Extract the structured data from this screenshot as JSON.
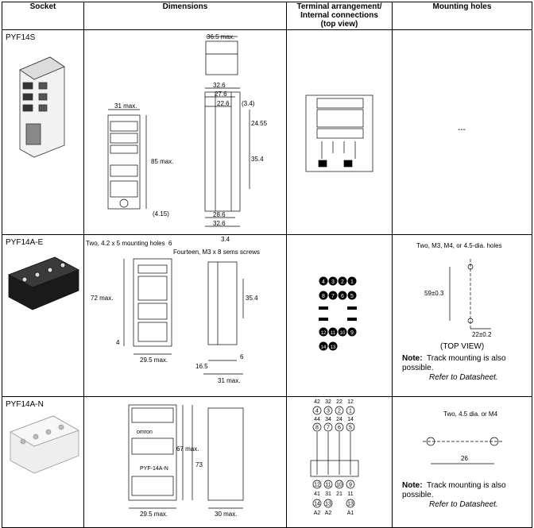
{
  "headers": {
    "socket": "Socket",
    "dimensions": "Dimensions",
    "terminal": "Terminal arrangement/ Internal connections (top view)",
    "holes": "Mounting holes"
  },
  "rows": [
    {
      "name": "PYF14S",
      "dims": {
        "top_width": "36.5 max.",
        "w31": "31 max.",
        "d326": "32.6",
        "d276": "27.6",
        "d226": "22.6",
        "d34": "(3.4)",
        "d2455": "24.55",
        "h85": "85 max.",
        "d354": "35.4",
        "d415": "(4.15)",
        "d286": "28.6",
        "d326b": "32.6"
      },
      "holes": "---"
    },
    {
      "name": "PYF14A-E",
      "dims": {
        "holes_label": "Two, 4.2 x 5 mounting holes",
        "d6": "6",
        "screws": "Fourteen, M3 x 8 sems screws",
        "d34": "3.4",
        "h72": "72 max.",
        "d354": "35.4",
        "d4": "4",
        "w295": "29.5 max.",
        "d165": "16.5",
        "d6b": "6",
        "w31": "31 max."
      },
      "terminals": [
        "4",
        "3",
        "2",
        "1",
        "8",
        "7",
        "6",
        "5",
        "12",
        "11",
        "10",
        "9",
        "14",
        "13"
      ],
      "holes": {
        "title": "Two, M3, M4, or 4.5-dia. holes",
        "d59": "59±0.3",
        "d22": "22±0.2",
        "topview": "(TOP VIEW)",
        "note_label": "Note:",
        "note_text": "Track mounting is also possible.",
        "note_ref": "Refer to Datasheet."
      }
    },
    {
      "name": "PYF14A-N",
      "dims": {
        "brand": "omron",
        "model": "PYF-14A-N",
        "h67": "67 max.",
        "d73": "73",
        "w295": "29.5 max.",
        "w30": "30 max."
      },
      "terminals": {
        "top_nums": [
          "42",
          "32",
          "22",
          "12"
        ],
        "row1": [
          "4",
          "3",
          "2",
          "1"
        ],
        "row1b": [
          "44",
          "34",
          "24",
          "14"
        ],
        "row2": [
          "8",
          "7",
          "6",
          "5"
        ],
        "row3": [
          "12",
          "11",
          "10",
          "9"
        ],
        "bottom_nums": [
          "41",
          "31",
          "21",
          "11"
        ],
        "row4": [
          "14",
          "13"
        ],
        "bottom_labels": [
          "A2",
          "A2",
          "A1"
        ]
      },
      "holes": {
        "title": "Two, 4.5 dia. or M4",
        "d26": "26",
        "note_label": "Note:",
        "note_text": "Track mounting is also possible.",
        "note_ref": "Refer to Datasheet."
      }
    }
  ]
}
